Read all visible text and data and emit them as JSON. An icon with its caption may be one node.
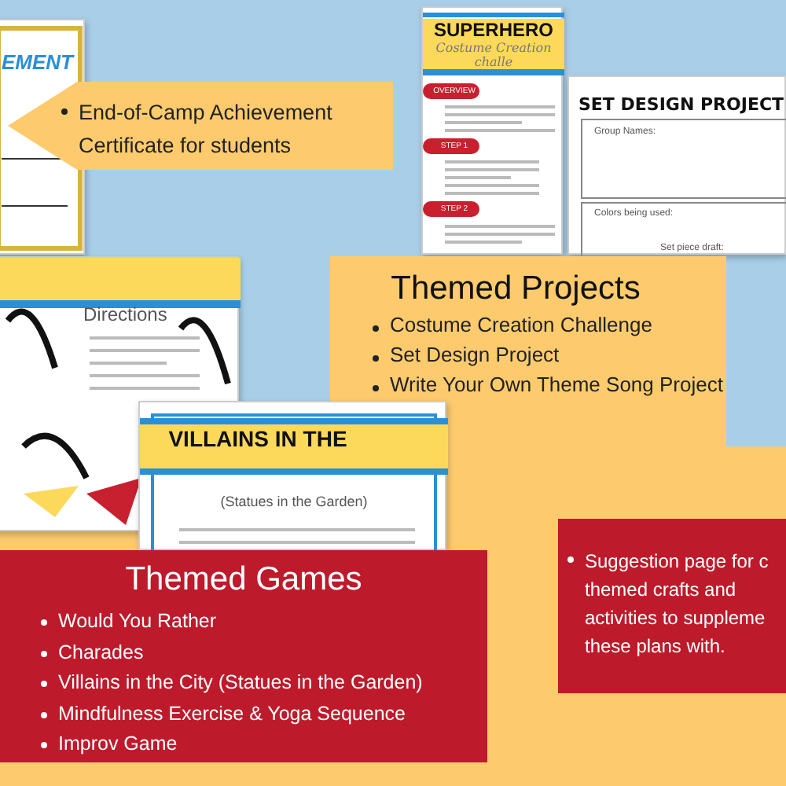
{
  "diagram": {
    "nodes": [
      {
        "text": [
          "EMENT"
        ]
      },
      {
        "text": [
          "End-of-Camp Achievement Certificate for students"
        ]
      },
      {
        "text": [
          "SUPERHERO",
          "Costume Creation challe",
          "OVERVIEW",
          "STEP 1",
          "STEP 2"
        ]
      },
      {
        "text": [
          "SET DESIGN PROJECT",
          "Group Names:",
          "Colors being used:",
          "Set piece draft:"
        ]
      },
      {
        "text": [
          "Themed Projects",
          "Costume Creation Challenge",
          "Set Design Project",
          "Write Your Own Theme Song Project"
        ]
      },
      {
        "text": [
          "Directions"
        ]
      },
      {
        "text": [
          "VILLAINS IN THE",
          "(Statues in the Garden)"
        ]
      },
      {
        "text": [
          "Themed Games",
          "Would You Rather",
          "Charades",
          "Villains in the City (Statues in the Garden)",
          "Mindfulness Exercise & Yoga Sequence",
          "Improv Game"
        ]
      },
      {
        "text": [
          "Suggestion page for c themed crafts and activities to suppleme these plans with."
        ]
      }
    ]
  }
}
